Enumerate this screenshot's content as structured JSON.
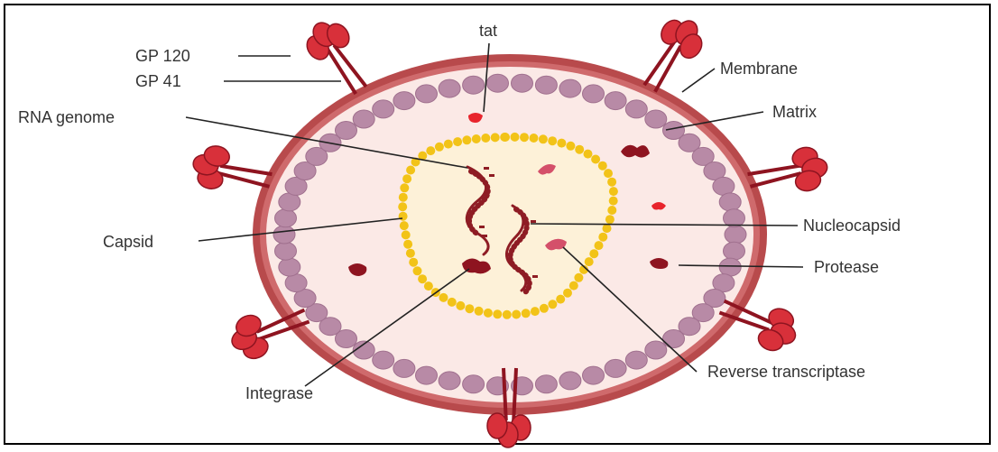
{
  "labels": {
    "gp120": "GP 120",
    "gp41": "GP 41",
    "tat": "tat",
    "membrane": "Membrane",
    "matrix": "Matrix",
    "rna_genome": "RNA genome",
    "nucleocapsid": "Nucleocapsid",
    "capsid": "Capsid",
    "protease": "Protease",
    "reverse_transcriptase": "Reverse transcriptase",
    "integrase": "Integrase"
  },
  "colors": {
    "membrane": "#b84a4c",
    "membrane_light": "#d98a8c",
    "interior": "#fbe9e6",
    "matrix_bead": "#b88aa6",
    "capsid_bead": "#f2c318",
    "capsid_fill": "#fdf1d8",
    "spike": "#d8303a",
    "spike_dark": "#8e1420",
    "rna": "#8e1c24",
    "enzyme_pink": "#d4506a",
    "enzyme_dark": "#8e1420",
    "tat": "#e8242c"
  }
}
